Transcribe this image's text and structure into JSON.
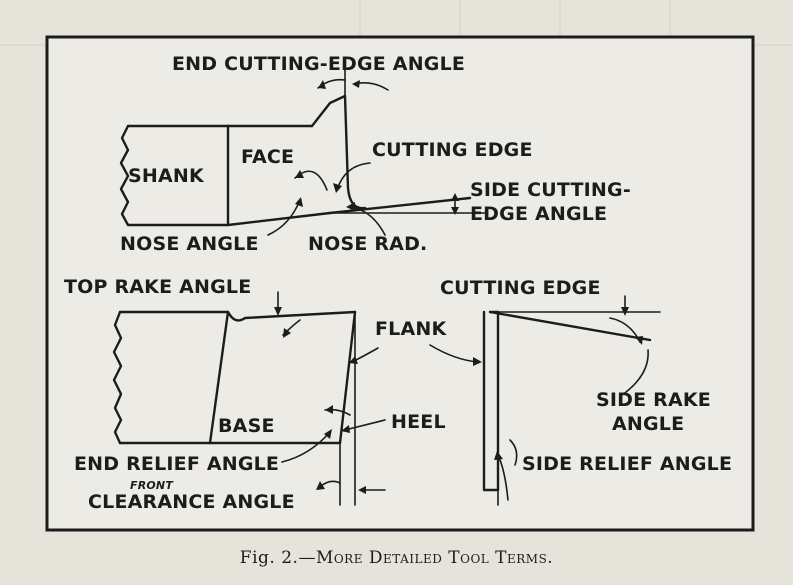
{
  "labels": {
    "end_cutting_edge_angle": "END CUTTING-EDGE ANGLE",
    "shank": "SHANK",
    "face": "FACE",
    "cutting_edge_top": "CUTTING EDGE",
    "side_cutting_edge_angle_1": "SIDE CUTTING-",
    "side_cutting_edge_angle_2": "EDGE ANGLE",
    "nose_angle": "NOSE ANGLE",
    "nose_rad": "NOSE RAD.",
    "top_rake_angle": "TOP RAKE ANGLE",
    "cutting_edge_bottom": "CUTTING EDGE",
    "flank": "FLANK",
    "side_rake_angle_1": "SIDE RAKE",
    "side_rake_angle_2": "ANGLE",
    "base": "BASE",
    "heel": "HEEL",
    "end_relief_angle": "END RELIEF ANGLE",
    "front": "FRONT",
    "clearance_angle": "CLEARANCE ANGLE",
    "side_relief_angle": "SIDE RELIEF ANGLE"
  },
  "caption": {
    "prefix": "Fig. 2.",
    "text": "—More Detailed Tool Terms."
  }
}
